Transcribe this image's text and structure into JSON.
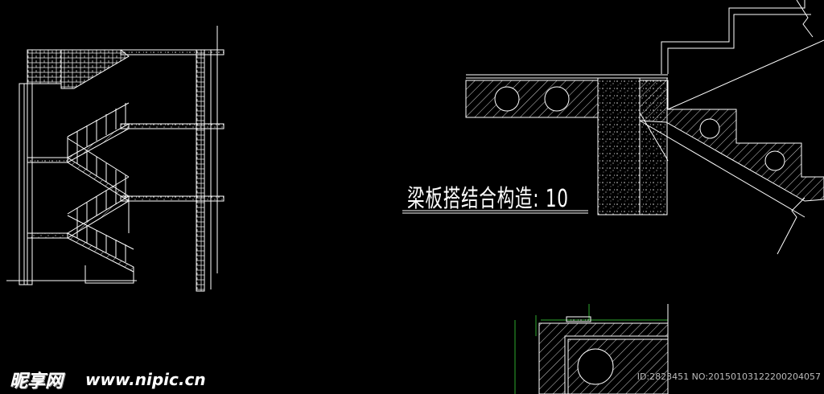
{
  "detail": {
    "title": "梁板搭结合构造: 10"
  },
  "watermark": {
    "logo": "昵享网",
    "url": "www.nipic.cn",
    "id_text": "ID:2823451 NO:20150103122200204057"
  },
  "colors": {
    "background": "#000000",
    "line": "#ffffff",
    "hatch": "#cfcfcf",
    "dim": "#2ea82e"
  }
}
